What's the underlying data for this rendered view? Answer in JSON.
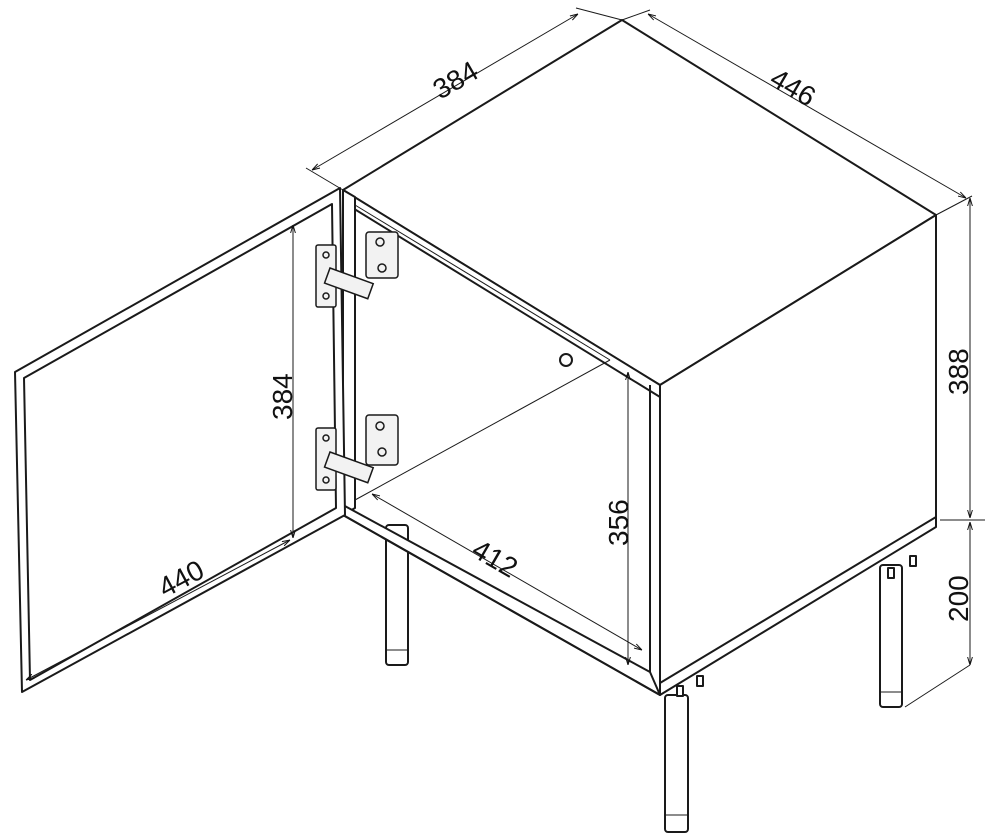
{
  "drawing": {
    "title": "Cabinet dimension drawing",
    "dimensions": {
      "top_depth": "384",
      "top_width": "446",
      "body_height": "388",
      "leg_height": "200",
      "door_height": "384",
      "inner_height": "356",
      "door_width": "440",
      "inner_width": "412"
    }
  }
}
